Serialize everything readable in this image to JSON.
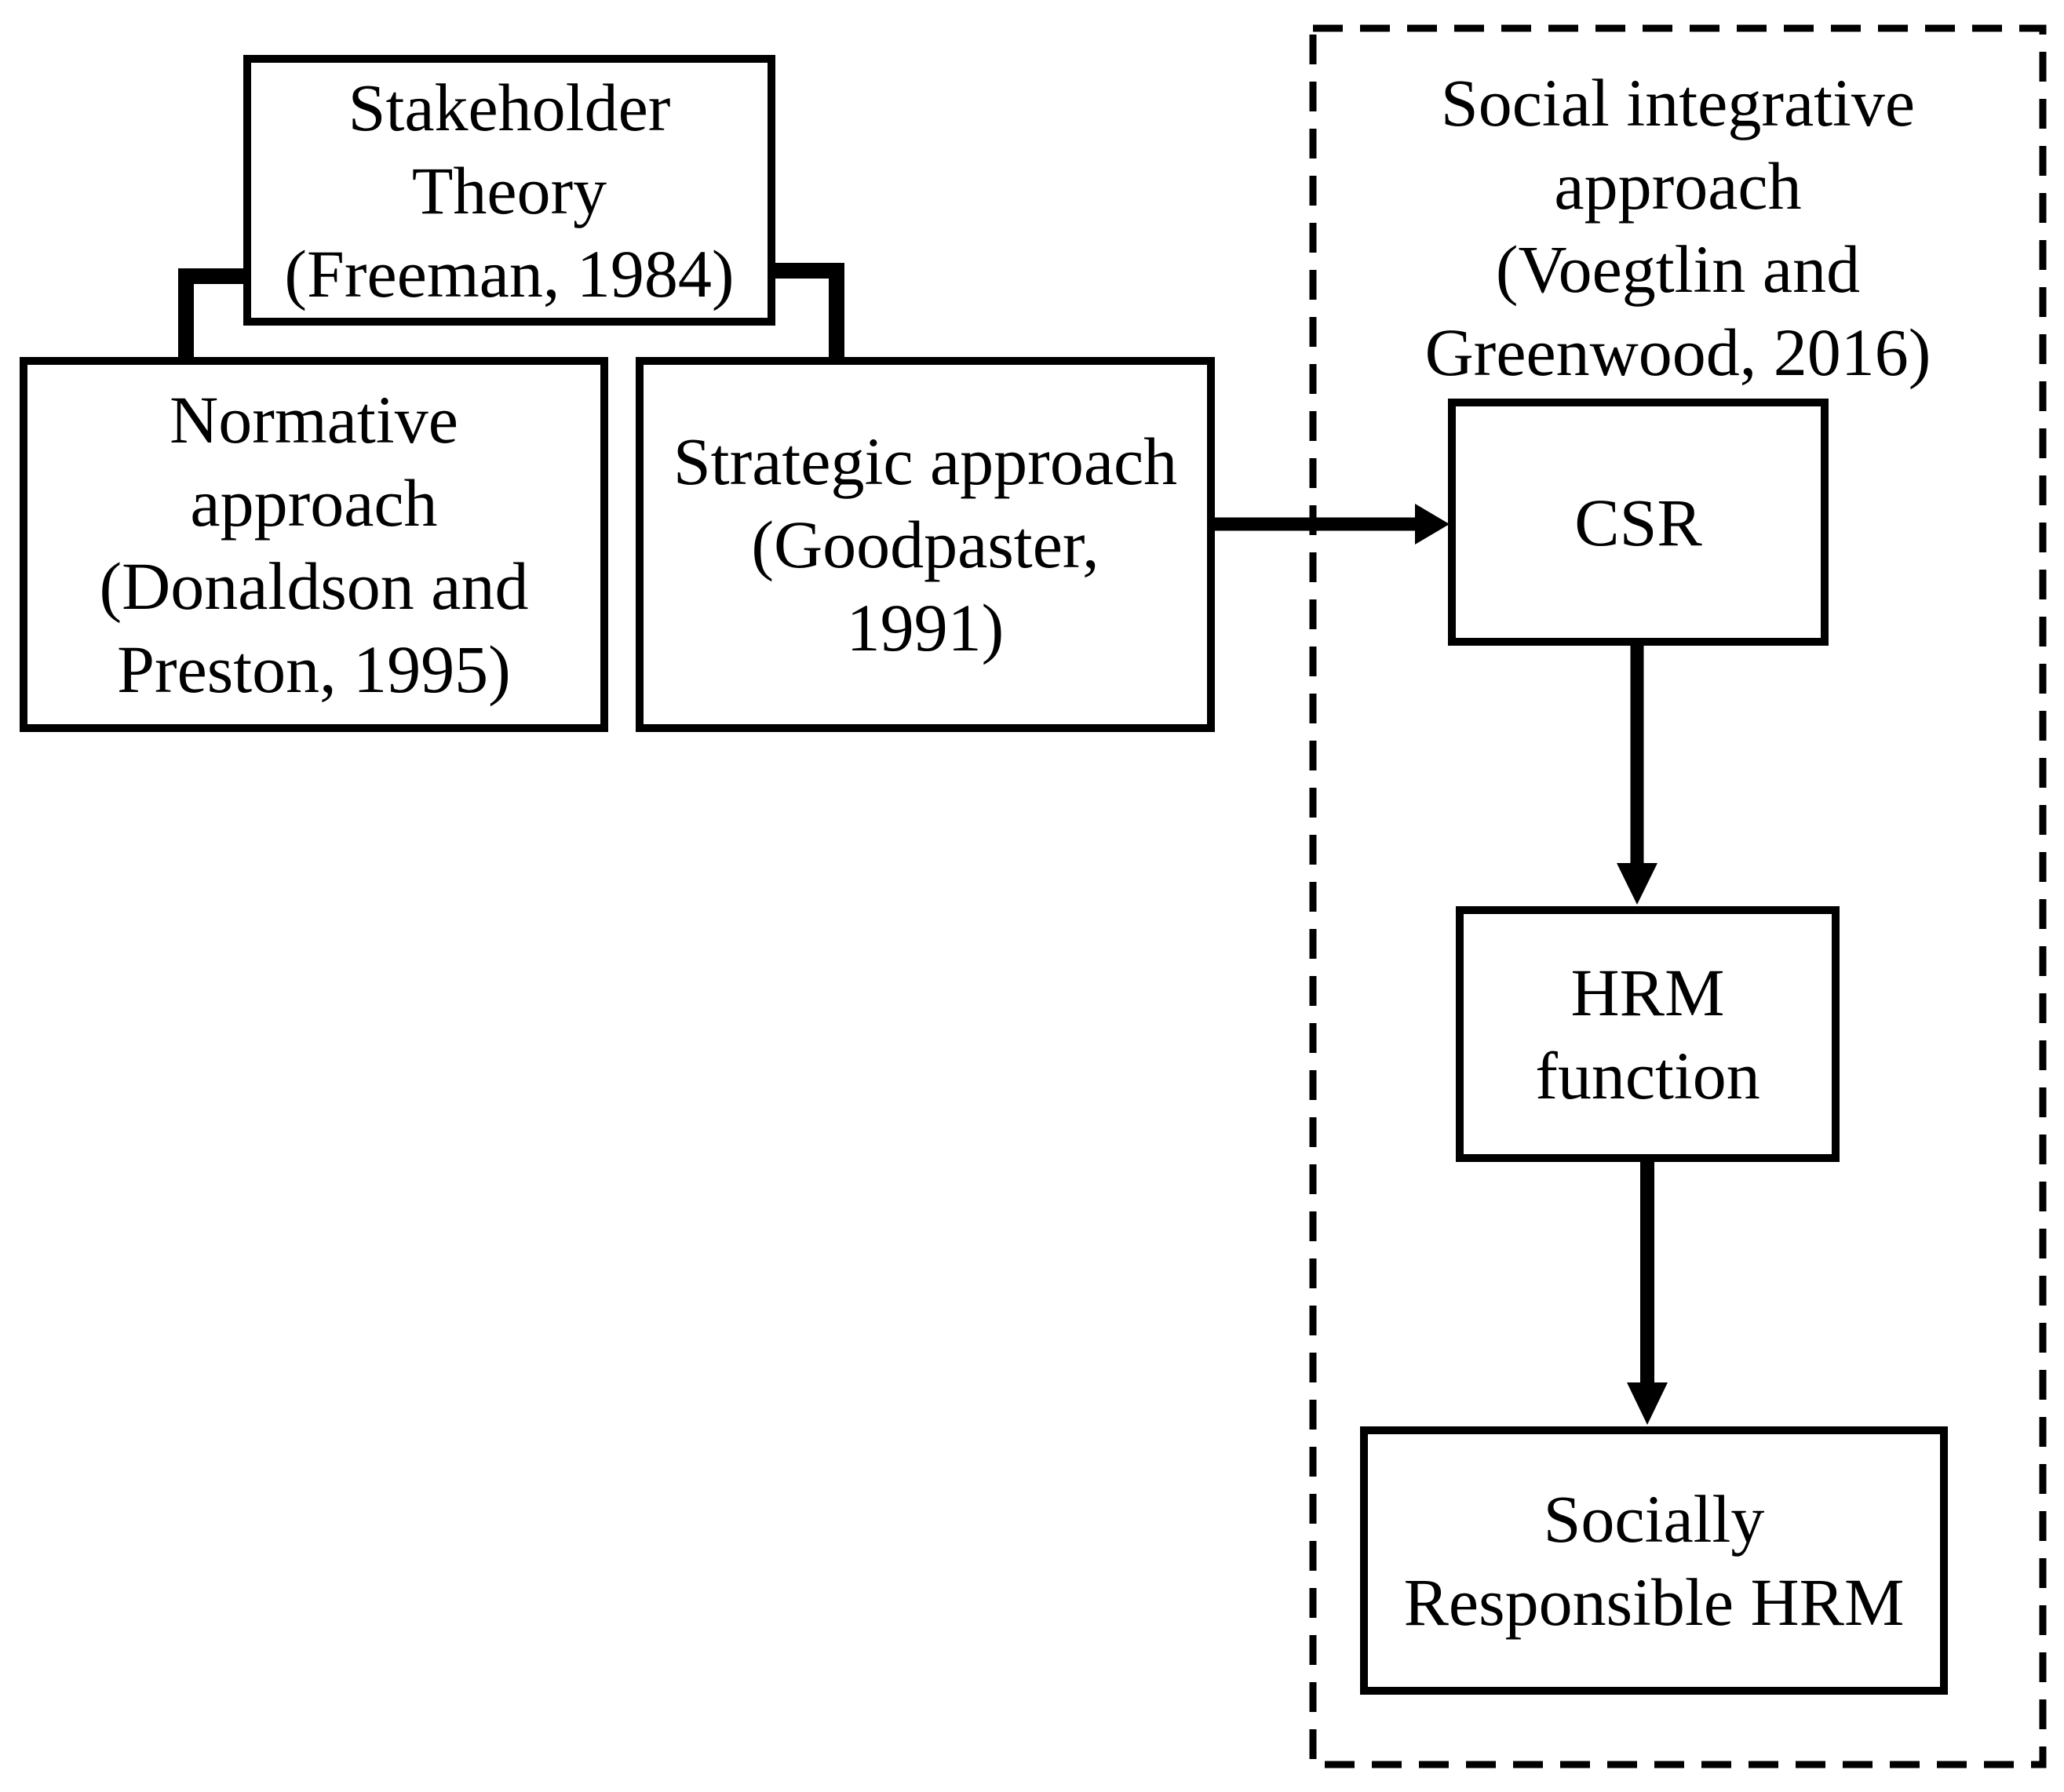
{
  "figure": {
    "background_color": "#ffffff",
    "ink_color": "#000000"
  },
  "diagram": {
    "type": "flowchart",
    "nodes": {
      "stakeholder": {
        "label": "Stakeholder\nTheory\n(Freeman, 1984)"
      },
      "normative": {
        "label": "Normative\napproach\n(Donaldson and\nPreston, 1995)"
      },
      "strategic": {
        "label": "Strategic approach\n(Goodpaster,\n1991)"
      },
      "csr": {
        "label": "CSR"
      },
      "hrm": {
        "label": "HRM\nfunction"
      },
      "socially_responsible_hrm": {
        "label": "Socially\nResponsible HRM"
      }
    },
    "group": {
      "label": "Social integrative\napproach\n(Voegtlin and\nGreenwood, 2016)",
      "border_style": "dashed",
      "contains": [
        "csr",
        "hrm",
        "socially_responsible_hrm"
      ]
    },
    "edges": [
      {
        "from": "stakeholder",
        "to": "normative",
        "style": "elbow-line"
      },
      {
        "from": "stakeholder",
        "to": "strategic",
        "style": "elbow-line"
      },
      {
        "from": "strategic",
        "to": "csr",
        "style": "arrow"
      },
      {
        "from": "csr",
        "to": "hrm",
        "style": "arrow"
      },
      {
        "from": "hrm",
        "to": "socially_responsible_hrm",
        "style": "arrow"
      }
    ]
  }
}
